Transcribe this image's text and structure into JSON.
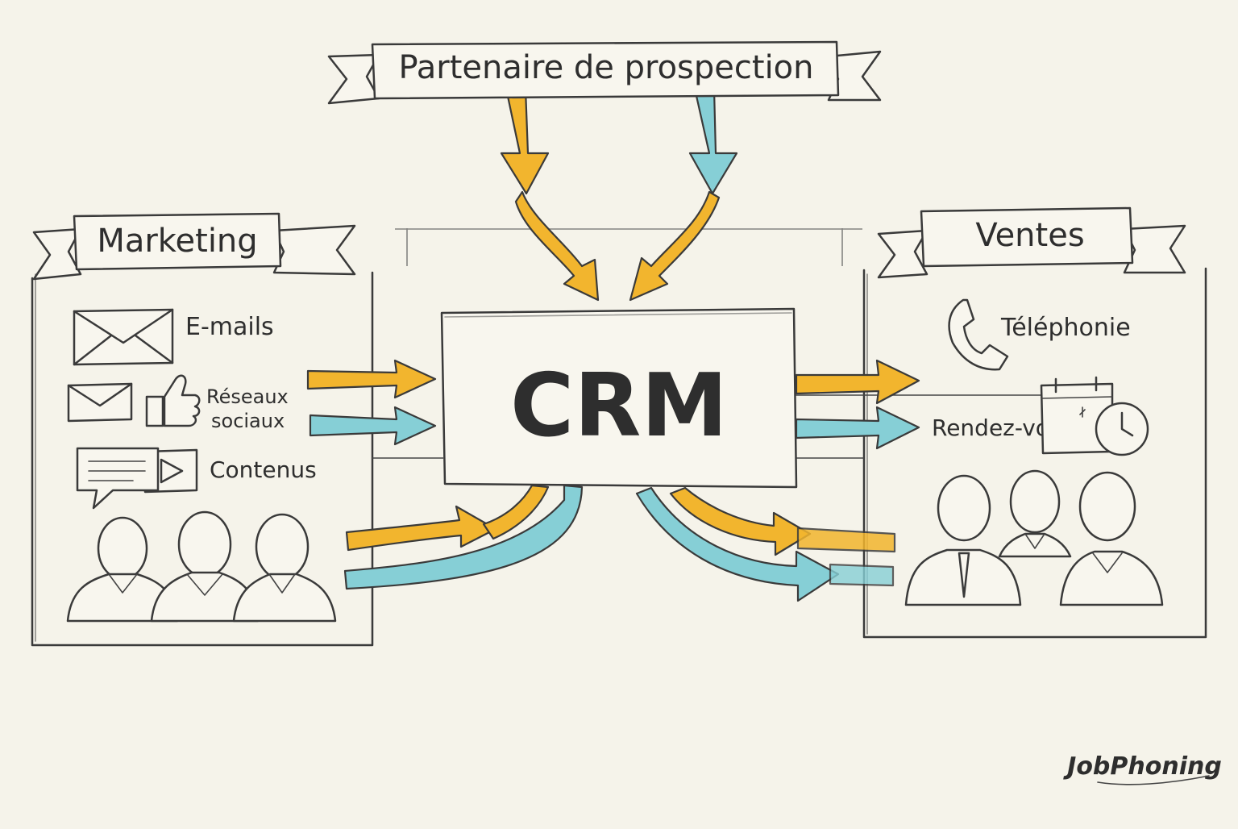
{
  "banners": {
    "top": "Partenaire de prospection",
    "left": "Marketing",
    "right": "Ventes"
  },
  "center": {
    "label": "CRM"
  },
  "marketing": {
    "items": [
      {
        "label": "E-mails",
        "icon": "envelope-icon"
      },
      {
        "label_line1": "Réseaux",
        "label_line2": "sociaux",
        "icon": "thumbs-up-icon"
      },
      {
        "label": "Contenus",
        "icon": "speech-bubble-play-icon"
      }
    ]
  },
  "ventes": {
    "items": [
      {
        "label": "Téléphonie",
        "icon": "phone-icon"
      },
      {
        "label": "Rendez-vous",
        "icon": "calendar-clock-icon"
      }
    ]
  },
  "brand": {
    "logo": "JobPhoning"
  },
  "colors": {
    "yellow": "#f2b52e",
    "teal": "#86cfd6",
    "ink": "#3a3a3a",
    "paper": "#f5f3ea"
  }
}
